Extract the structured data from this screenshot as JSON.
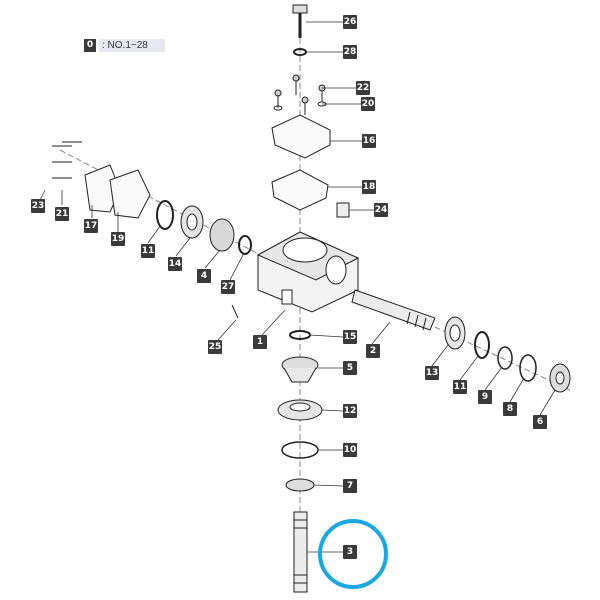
{
  "legend": {
    "key": "0",
    "text": ": NO.1~28"
  },
  "callouts": [
    "26",
    "28",
    "22",
    "20",
    "16",
    "18",
    "24",
    "23",
    "21",
    "17",
    "19",
    "11",
    "14",
    "4",
    "27",
    "25",
    "1",
    "15",
    "2",
    "5",
    "12",
    "10",
    "7",
    "3",
    "13",
    "11",
    "9",
    "8",
    "6"
  ],
  "colors": {
    "highlight": "#1ba8e0",
    "callout_bg": "#3a3a3a"
  }
}
